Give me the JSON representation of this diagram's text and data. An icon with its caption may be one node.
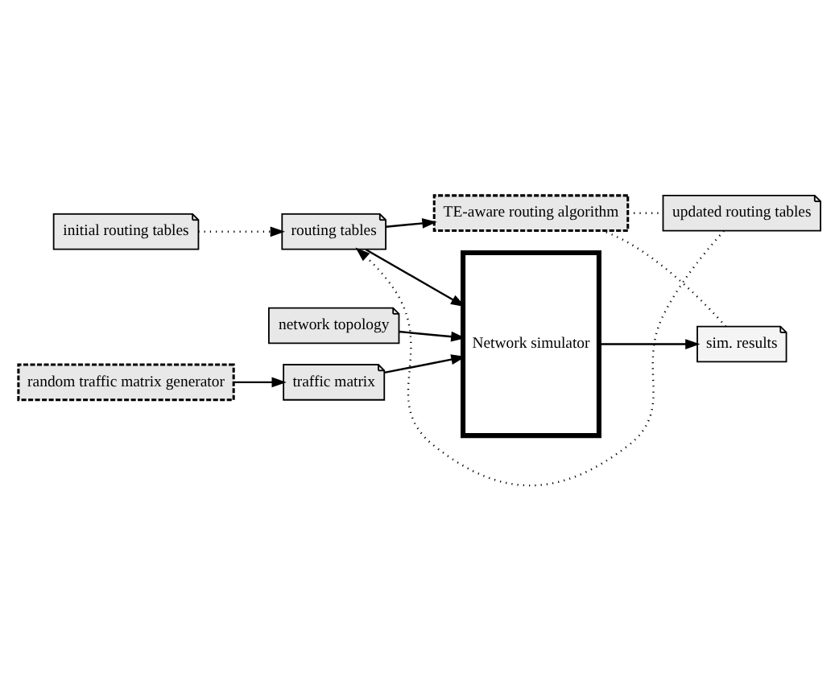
{
  "diagram": {
    "nodes": [
      {
        "text": [
          "network topology"
        ]
      },
      {
        "text": [
          "Network simulator"
        ]
      },
      {
        "text": [
          "sim. results"
        ]
      },
      {
        "text": [
          "random traffic matrix generator"
        ]
      },
      {
        "text": [
          "traffic matrix"
        ]
      },
      {
        "text": [
          "initial routing tables"
        ]
      },
      {
        "text": [
          "routing tables"
        ]
      },
      {
        "text": [
          "TE-aware routing algorithm"
        ]
      },
      {
        "text": [
          "updated routing tables"
        ]
      }
    ],
    "edges": [
      {
        "from": 0,
        "to": 1,
        "arrow": "to"
      },
      {
        "from": 3,
        "to": 4,
        "arrow": "to"
      },
      {
        "from": 4,
        "to": 1,
        "arrow": "to"
      },
      {
        "from": 1,
        "to": 2,
        "arrow": "to"
      },
      {
        "from": 5,
        "to": 6,
        "arrow": "to",
        "style": "dashed"
      },
      {
        "from": 6,
        "to": 1,
        "arrow": "to"
      },
      {
        "from": 6,
        "to": 7,
        "arrow": "to"
      },
      {
        "from": 2,
        "to": 7,
        "arrow": "none",
        "style": "dashed"
      },
      {
        "from": 7,
        "to": 8,
        "arrow": "none",
        "style": "dashed"
      },
      {
        "from": 8,
        "to": 6,
        "arrow": "to",
        "style": "dashed"
      }
    ]
  }
}
